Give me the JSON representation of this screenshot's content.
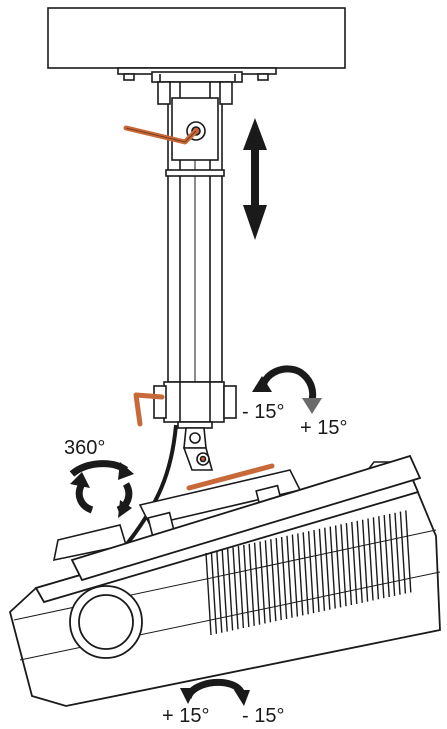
{
  "diagram": {
    "labels": {
      "tilt_minus": "- 15°",
      "tilt_plus": "+ 15°",
      "rotation": "360°",
      "roll_plus": "+ 15°",
      "roll_minus": "- 15°"
    },
    "colors": {
      "line": "#1a1a1a",
      "hex_key": "#c8693a",
      "fill": "#ffffff",
      "arrow_grey": "#6a6a6a"
    }
  }
}
